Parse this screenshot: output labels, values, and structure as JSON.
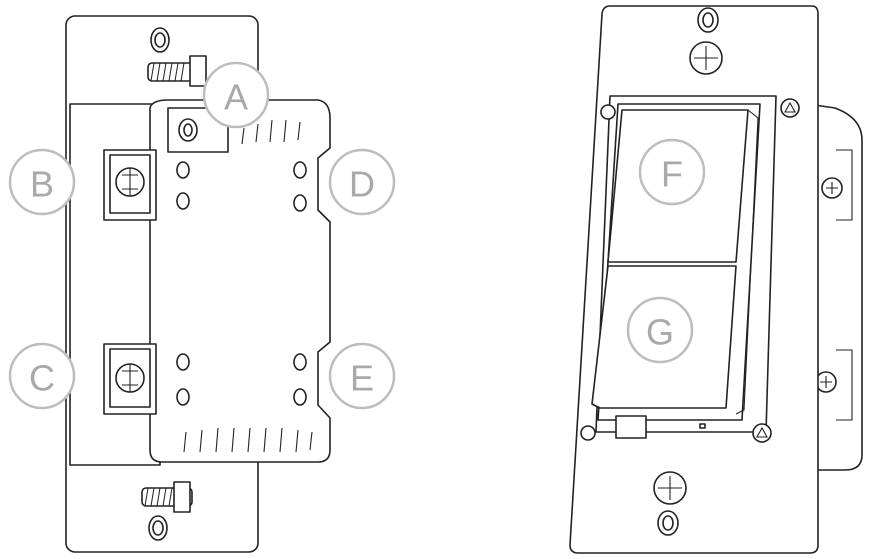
{
  "callouts": {
    "A": "A",
    "B": "B",
    "C": "C",
    "D": "D",
    "E": "E",
    "F": "F",
    "G": "G"
  },
  "icons": [
    "screw-terminal-icon",
    "mounting-screw-icon",
    "triangle-marker-icon"
  ]
}
